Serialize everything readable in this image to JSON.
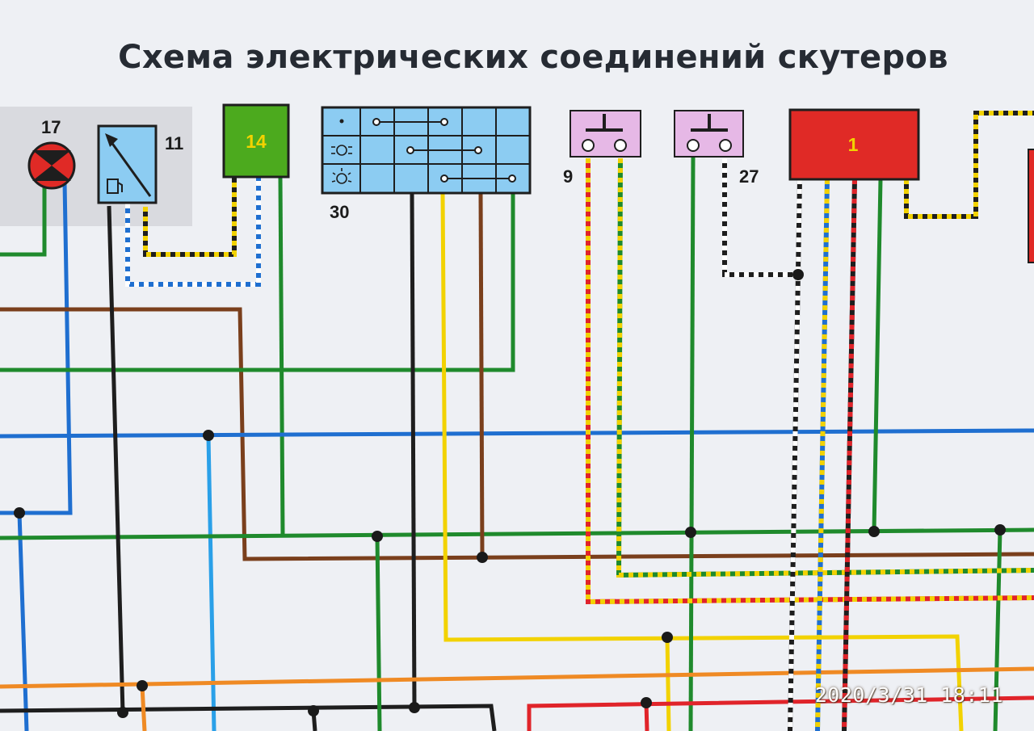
{
  "title": "Схема электрических соединений скутеров",
  "labels": {
    "c17": "17",
    "c11": "11",
    "c14": "14",
    "c30": "30",
    "c9": "9",
    "c27": "27",
    "c1": "1"
  },
  "photo_timestamp": "2020/3/31  18:11",
  "colors": {
    "background": "#eef0f4",
    "panel_gray": "#d9dadf",
    "wire_green": "#1f8a2c",
    "wire_blue": "#1f6fd0",
    "wire_light_blue": "#2aa0e8",
    "wire_brown": "#7a3f1c",
    "wire_black": "#1e1e1e",
    "wire_yellow": "#f2d200",
    "wire_orange": "#ef8a24",
    "wire_red": "#e0242a",
    "component_blue": "#8cccf2",
    "component_green": "#4caa1e",
    "component_pink": "#e6b8e6",
    "component_red": "#e02a26"
  }
}
